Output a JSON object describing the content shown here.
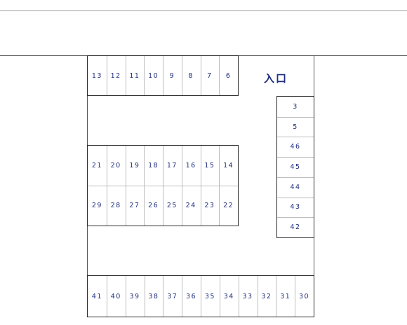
{
  "entrance_label": "入口",
  "colors": {
    "slot_text": "#1e2d7d",
    "block_border": "#2b2b2b",
    "divider": "#bdbdbd"
  },
  "rows": {
    "top": [
      "13",
      "12",
      "11",
      "10",
      "9",
      "8",
      "7",
      "6"
    ],
    "middle_upper": [
      "21",
      "20",
      "19",
      "18",
      "17",
      "16",
      "15",
      "14"
    ],
    "middle_lower": [
      "29",
      "28",
      "27",
      "26",
      "25",
      "24",
      "23",
      "22"
    ],
    "right_column": [
      "3",
      "5",
      "46",
      "45",
      "44",
      "43",
      "42"
    ],
    "bottom": [
      "41",
      "40",
      "39",
      "38",
      "37",
      "36",
      "35",
      "34",
      "33",
      "32",
      "31",
      "30"
    ]
  }
}
